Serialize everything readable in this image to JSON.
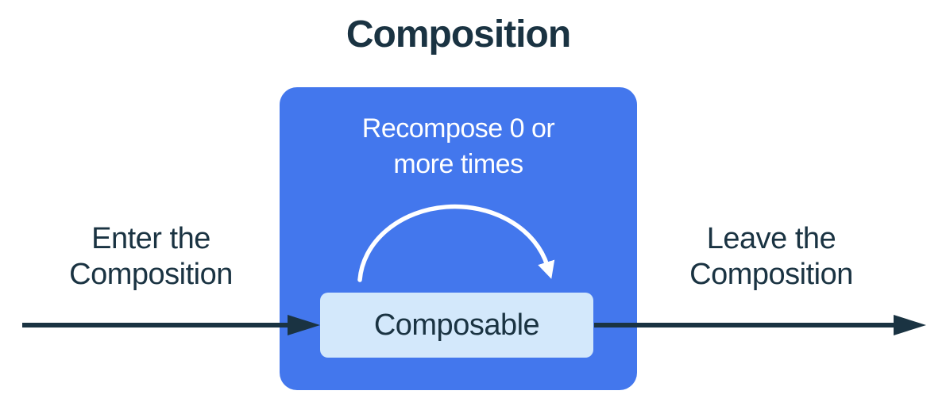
{
  "diagram": {
    "title": "Composition",
    "enter_label": {
      "line1": "Enter the",
      "line2": "Composition"
    },
    "leave_label": {
      "line1": "Leave the",
      "line2": "Composition"
    },
    "container": {
      "recompose_label": {
        "line1": "Recompose 0 or",
        "line2": "more times"
      },
      "node_label": "Composable"
    },
    "icons": {
      "recompose_arc": "curved-arrow-clockwise",
      "enter_arrow": "arrow-right",
      "leave_arrow": "arrow-right"
    }
  },
  "colors": {
    "background": "#FFFFFF",
    "container_blue": "#4377ED",
    "node_light_blue": "#D3E8FB",
    "text_navy": "#1A3342",
    "arc_white": "#FFFFFF"
  }
}
